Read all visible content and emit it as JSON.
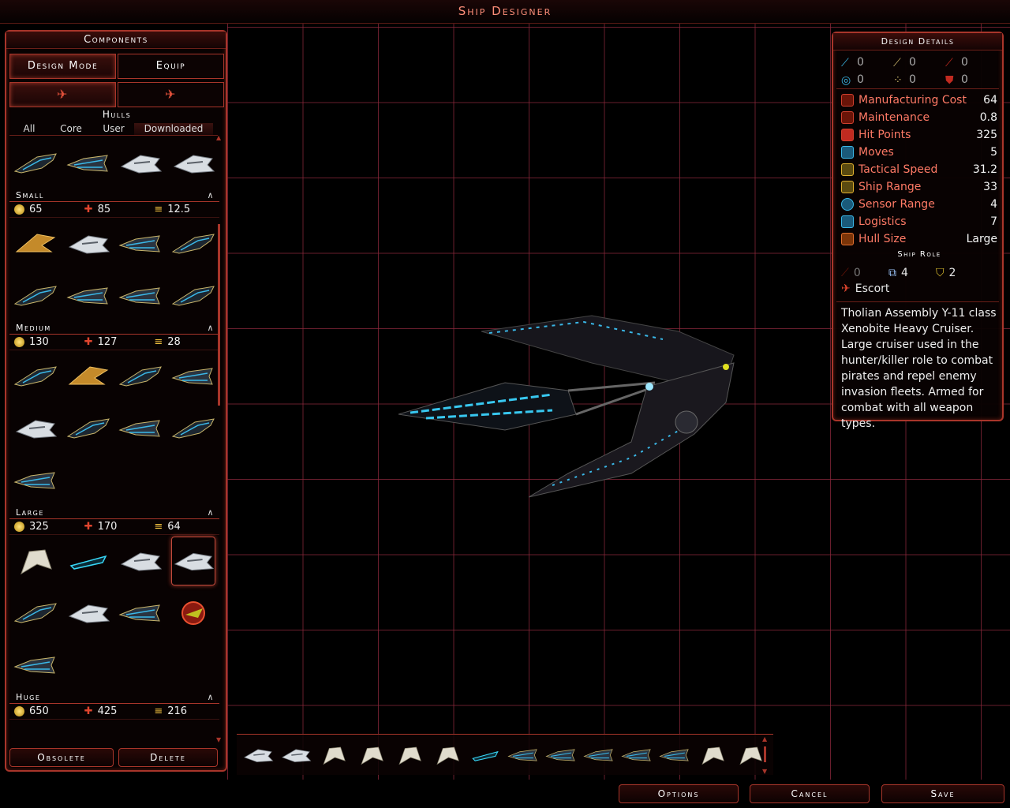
{
  "window": {
    "title": "Ship Designer"
  },
  "components": {
    "title": "Components",
    "mode_tabs": [
      "Design Mode",
      "Equip"
    ],
    "hulls_title": "Hulls",
    "filters": [
      "All",
      "Core",
      "User",
      "Downloaded"
    ],
    "categories": [
      {
        "name": "Small",
        "cost": "65",
        "hp": "85",
        "size": "12.5"
      },
      {
        "name": "Medium",
        "cost": "130",
        "hp": "127",
        "size": "28"
      },
      {
        "name": "Large",
        "cost": "325",
        "hp": "170",
        "size": "64"
      },
      {
        "name": "Huge",
        "cost": "650",
        "hp": "425",
        "size": "216"
      }
    ],
    "obsolete_label": "Obsolete",
    "delete_label": "Delete"
  },
  "details": {
    "title": "Design Details",
    "weapons": {
      "beam": "0",
      "mass_driver": "0",
      "missile": "0",
      "shield": "0",
      "point_defense": "0",
      "armor": "0"
    },
    "stats": [
      {
        "label": "Manufacturing Cost",
        "value": "64",
        "icon": "hammer-icon"
      },
      {
        "label": "Maintenance",
        "value": "0.8",
        "icon": "wrench-icon"
      },
      {
        "label": "Hit Points",
        "value": "325",
        "icon": "cross-icon"
      },
      {
        "label": "Moves",
        "value": "5",
        "icon": "moves-icon"
      },
      {
        "label": "Tactical Speed",
        "value": "31.2",
        "icon": "speed-icon"
      },
      {
        "label": "Ship Range",
        "value": "33",
        "icon": "range-icon"
      },
      {
        "label": "Sensor Range",
        "value": "4",
        "icon": "sensor-icon"
      },
      {
        "label": "Logistics",
        "value": "7",
        "icon": "logistics-icon"
      },
      {
        "label": "Hull Size",
        "value": "Large",
        "icon": "hull-size-icon"
      }
    ],
    "role_title": "Ship Role",
    "role_values": {
      "attack": "0",
      "defense": "4",
      "support": "2"
    },
    "role_name": "Escort",
    "description": "Tholian Assembly Y-11 class Xenobite Heavy Cruiser. Large cruiser used in the hunter/killer role to combat pirates and repel enemy invasion fleets. Armed for combat with all weapon types."
  },
  "footer": {
    "options_label": "Options",
    "cancel_label": "Cancel",
    "save_label": "Save"
  },
  "colors": {
    "accent": "#a8352a",
    "label": "#ff7a66",
    "grid": "#8c283c"
  }
}
